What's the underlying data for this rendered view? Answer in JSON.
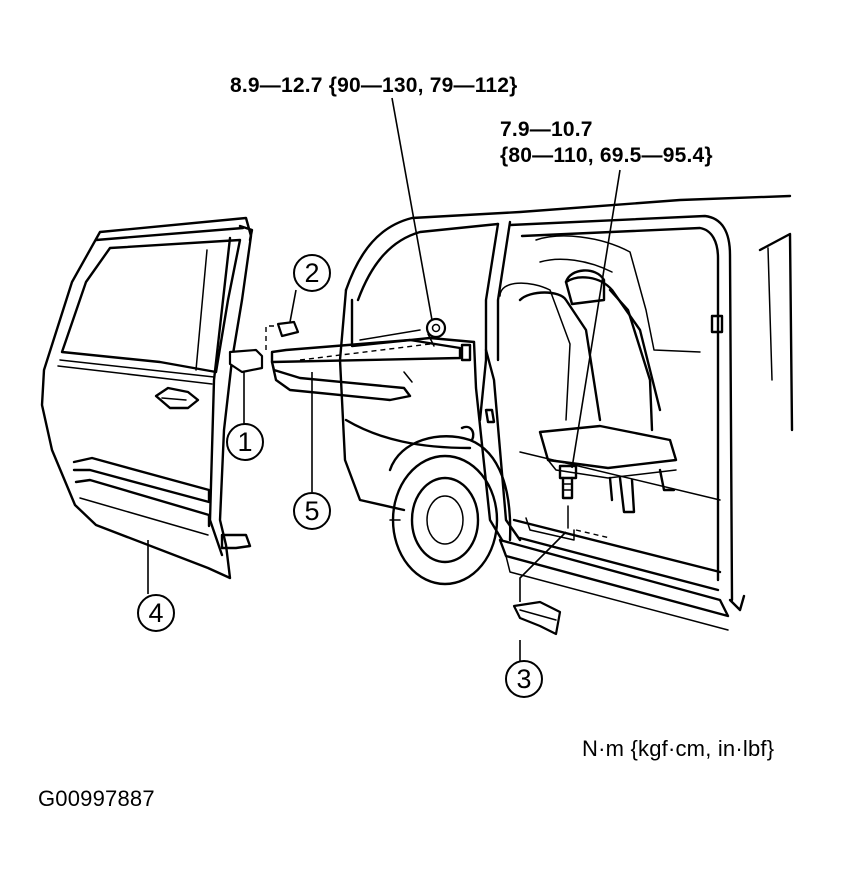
{
  "callouts": {
    "torque_top": "8.9—12.7 {90—130, 79—112}",
    "torque_right_line1": "7.9—10.7",
    "torque_right_line2": "{80—110, 69.5—95.4}"
  },
  "parts": [
    {
      "id": "1"
    },
    {
      "id": "2"
    },
    {
      "id": "3"
    },
    {
      "id": "4"
    },
    {
      "id": "5"
    }
  ],
  "units_label": "N·m {kgf·cm, in·lbf}",
  "figure_code": "G00997887"
}
